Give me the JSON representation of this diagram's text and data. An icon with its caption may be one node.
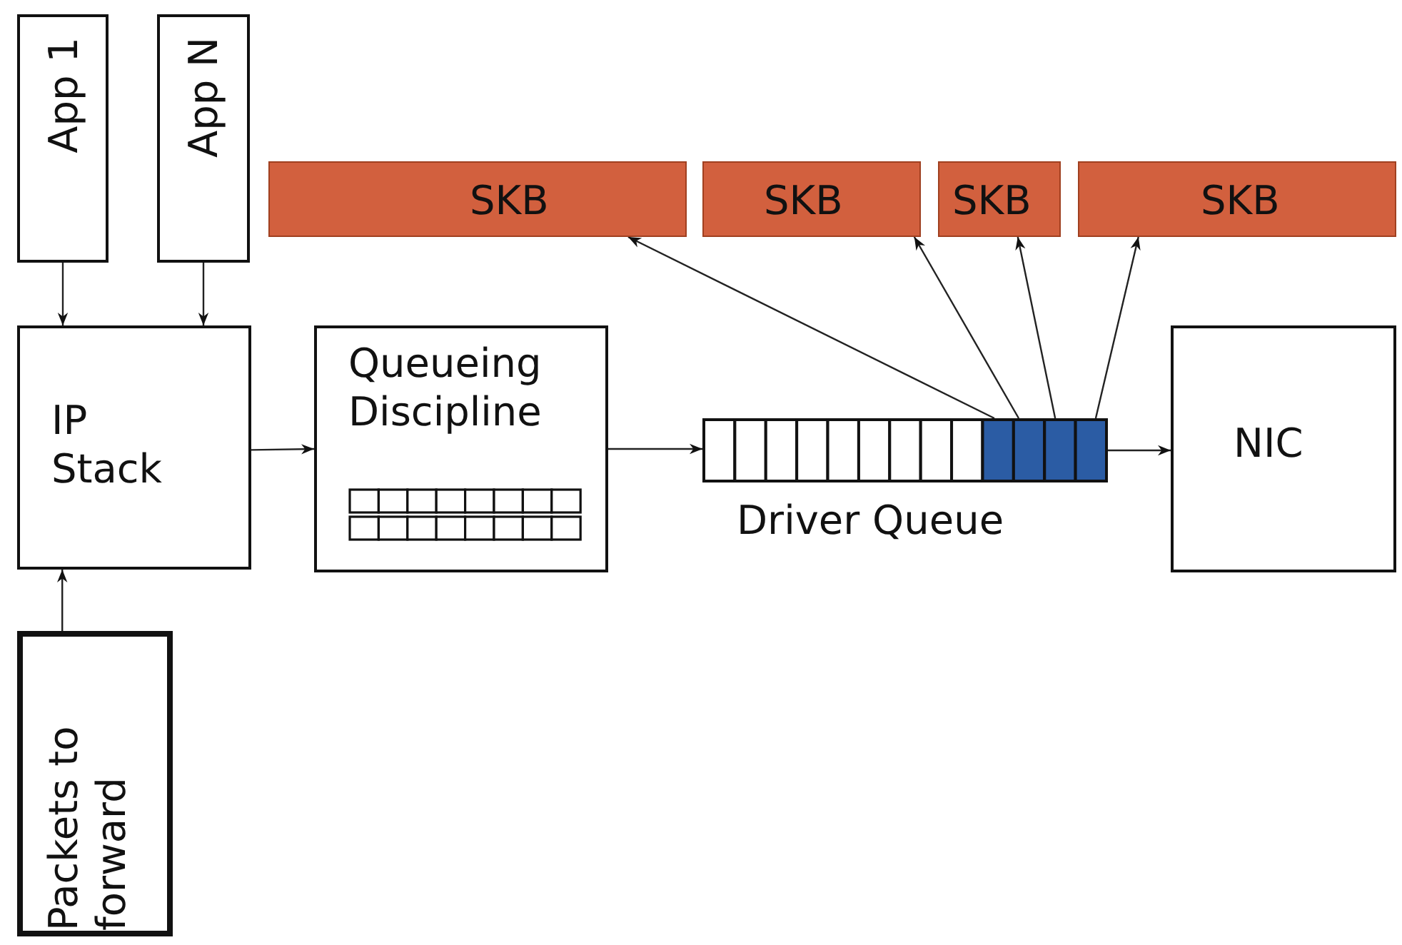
{
  "diagram": {
    "nodes": [
      {
        "text": [
          "App 1"
        ]
      },
      {
        "text": [
          "App N"
        ]
      },
      {
        "text": [
          "IP Stack"
        ]
      },
      {
        "text": [
          "Packets to forward"
        ]
      },
      {
        "text": [
          "Queueing Discipline"
        ]
      },
      {
        "text": [],
        "shape": "bar",
        "beside": [
          "Driver Queue"
        ]
      },
      {
        "text": [
          "NIC"
        ]
      },
      {
        "text": [
          "SKB"
        ]
      },
      {
        "text": [
          "SKB"
        ]
      },
      {
        "text": [
          "SKB"
        ]
      },
      {
        "text": [
          "SKB"
        ]
      }
    ],
    "edges": [
      {
        "from": 0,
        "to": 2,
        "arrow": "to"
      },
      {
        "from": 1,
        "to": 2,
        "arrow": "to"
      },
      {
        "from": 3,
        "to": 2,
        "arrow": "to"
      },
      {
        "from": 2,
        "to": 4,
        "arrow": "to"
      },
      {
        "from": 4,
        "to": 5,
        "arrow": "to"
      },
      {
        "from": 5,
        "to": 6,
        "arrow": "to"
      },
      {
        "from": 5,
        "to": 7,
        "arrow": "to"
      },
      {
        "from": 5,
        "to": 8,
        "arrow": "to"
      },
      {
        "from": 5,
        "to": 9,
        "arrow": "to"
      },
      {
        "from": 5,
        "to": 10,
        "arrow": "to"
      }
    ]
  }
}
